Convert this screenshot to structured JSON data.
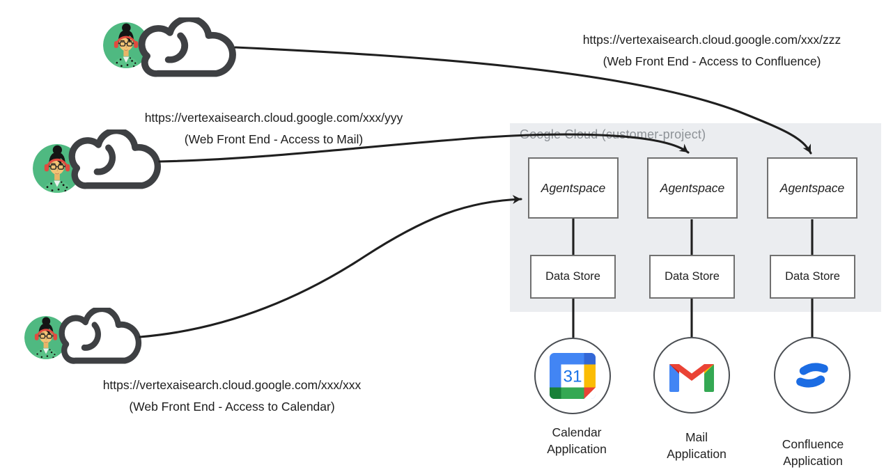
{
  "title": {
    "text": "Google Cloud (customer-project)"
  },
  "users": [
    {
      "url": "https://vertexaisearch.cloud.google.com/xxx/zzz",
      "caption": "(Web Front End - Access to Confluence)"
    },
    {
      "url": "https://vertexaisearch.cloud.google.com/xxx/yyy",
      "caption": "(Web Front End - Access to Mail)"
    },
    {
      "url": "https://vertexaisearch.cloud.google.com/xxx/xxx",
      "caption": "(Web Front End - Access to Calendar)"
    }
  ],
  "columns": [
    {
      "agent": "Agentspace",
      "datastore": "Data Store",
      "app": "Calendar Application",
      "icon": "google-calendar-icon"
    },
    {
      "agent": "Agentspace",
      "datastore": "Data Store",
      "app": "Mail Application",
      "icon": "gmail-icon"
    },
    {
      "agent": "Agentspace",
      "datastore": "Data Store",
      "app": "Confluence Application",
      "icon": "confluence-icon"
    }
  ],
  "icons": {
    "calendar_day": "31"
  },
  "colors": {
    "panel_bg": "#EBEDF0",
    "panel_title": "#8D9297",
    "box_border": "#707070",
    "line": "#1F1F1F",
    "avatar_green": "#4FB981",
    "headphones_red": "#E04B3F",
    "google_blue": "#4285F4",
    "google_red": "#EA4335",
    "google_yellow": "#FBBC04",
    "google_green": "#34A853",
    "calendar_dark_green": "#188038",
    "calendar_dark_blue": "#3367D6",
    "gmail_dark_red": "#C5221F",
    "confluence_blue": "#1B6CE3"
  }
}
